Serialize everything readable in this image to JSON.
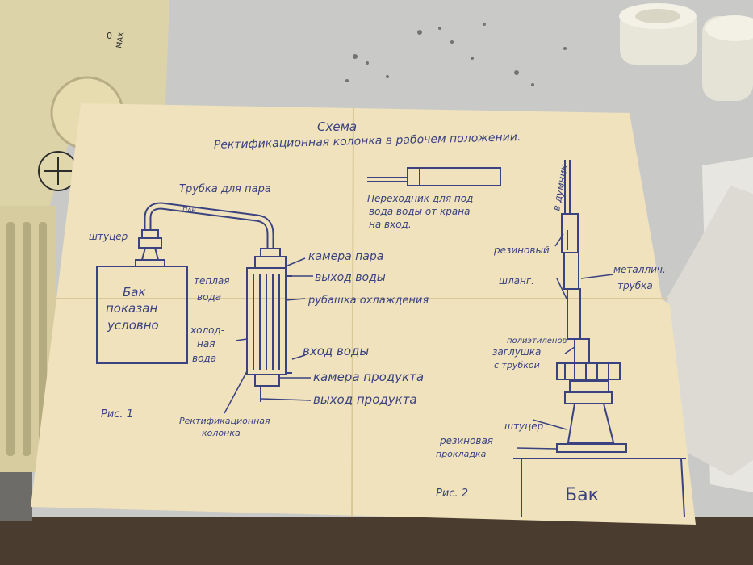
{
  "colors": {
    "table": "#c9c9c7",
    "paper": "#efe2bd",
    "ink": "#3a4280",
    "panel": "#ddd3a8",
    "floor": "#4a3d30"
  },
  "panel": {
    "zero_mark": "0",
    "max_mark": "MAX"
  },
  "sheet": {
    "title": "Схема",
    "subtitle": "Ректификационная колонка в рабочем положении.",
    "fig1": {
      "steam_tube": "Трубка для пара",
      "steam_on_tube": "ПАР",
      "fitting": "штуцер",
      "tank_lines": [
        "Бак",
        "показан",
        "условно"
      ],
      "steam_chamber": "камера пара",
      "water_out": "выход воды",
      "warm_water": [
        "теплая",
        "вода"
      ],
      "cooling_jacket": "рубашка охлаждения",
      "cold_water": [
        "холод-",
        "ная",
        "вода"
      ],
      "water_in": "вход воды",
      "product_chamber": "камера продукта",
      "product_out": "выход продукта",
      "column": [
        "Ректификационная",
        "колонка"
      ],
      "figure_label": "Рис. 1"
    },
    "adapter": [
      "Переходник для под-",
      "вода воды от крана",
      "на вход."
    ],
    "fig2": {
      "to_cooler": "в думник",
      "rubber_hose": [
        "резиновый",
        "шланг."
      ],
      "metal_tube": [
        "металлич.",
        "трубка"
      ],
      "plug": [
        "полиэтиленов",
        "заглушка",
        "с трубкой"
      ],
      "fitting": "штуцер",
      "gasket": [
        "резиновая",
        "прокладка"
      ],
      "tank": "Бак",
      "figure_label": "Рис. 2"
    }
  }
}
